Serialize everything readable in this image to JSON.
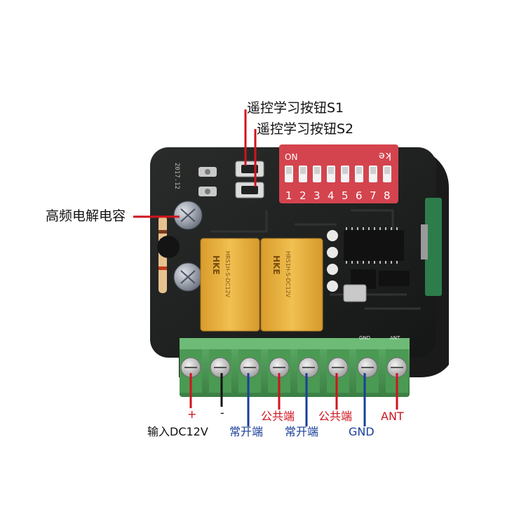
{
  "callouts": {
    "s1": "遥控学习按钮S1",
    "s2": "遥控学习按钮S2",
    "capacitor": "高频电解电容"
  },
  "terminals": {
    "plus": "+",
    "minus": "-",
    "input": "输入DC12V",
    "no1": "常开端",
    "com1": "公共端",
    "no2": "常开端",
    "com2": "公共端",
    "gnd": "GND",
    "ant": "ANT"
  },
  "dip_switch": {
    "on_label": "ON",
    "brand": "ǝʞ",
    "numbers": [
      "1",
      "2",
      "3",
      "4",
      "5",
      "6",
      "7",
      "8"
    ]
  },
  "relay": {
    "brand": "HKE",
    "model": "HRS1H-S-DC12V"
  },
  "board": {
    "terminal_marks": [
      "GND",
      "ANT"
    ]
  },
  "colors": {
    "red": "#d0141e",
    "blue": "#1a3f99",
    "black": "#111111",
    "pcb": "#1d1f1e",
    "relay": "#e8b33c",
    "dip": "#d4444e",
    "terminal": "#4c9a55"
  }
}
